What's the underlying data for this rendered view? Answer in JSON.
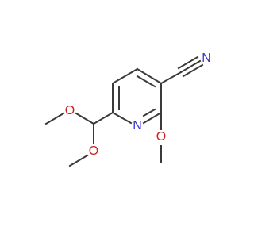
{
  "structure": {
    "atoms": {
      "nitrile_n": "N",
      "ring_n": "N",
      "methoxy_o": "O",
      "acetal_o_top": "O",
      "acetal_o_bottom": "O"
    },
    "colors": {
      "bond": "#3a3a3a",
      "nitrogen": "#3333cc",
      "oxygen": "#cc2222"
    }
  }
}
